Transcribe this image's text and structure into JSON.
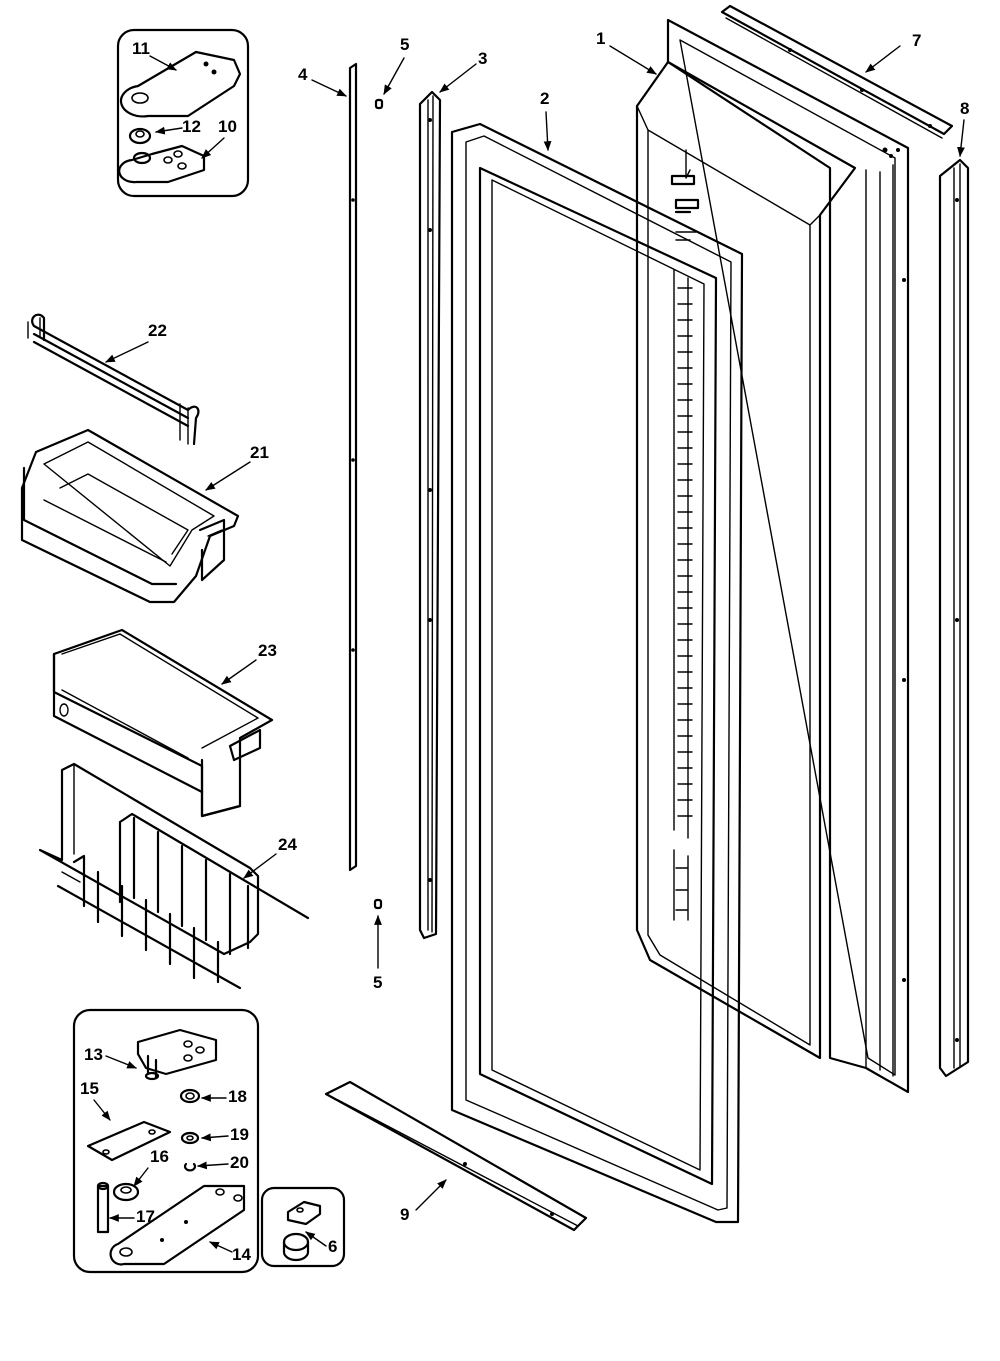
{
  "callouts": {
    "c1": "1",
    "c2": "2",
    "c3": "3",
    "c4": "4",
    "c5_top": "5",
    "c5_bottom": "5",
    "c6": "6",
    "c7": "7",
    "c8": "8",
    "c9": "9",
    "c10": "10",
    "c11": "11",
    "c12": "12",
    "c13": "13",
    "c14": "14",
    "c15": "15",
    "c16": "16",
    "c17": "17",
    "c18": "18",
    "c19": "19",
    "c20": "20",
    "c21": "21",
    "c22": "22",
    "c23": "23",
    "c24": "24"
  }
}
